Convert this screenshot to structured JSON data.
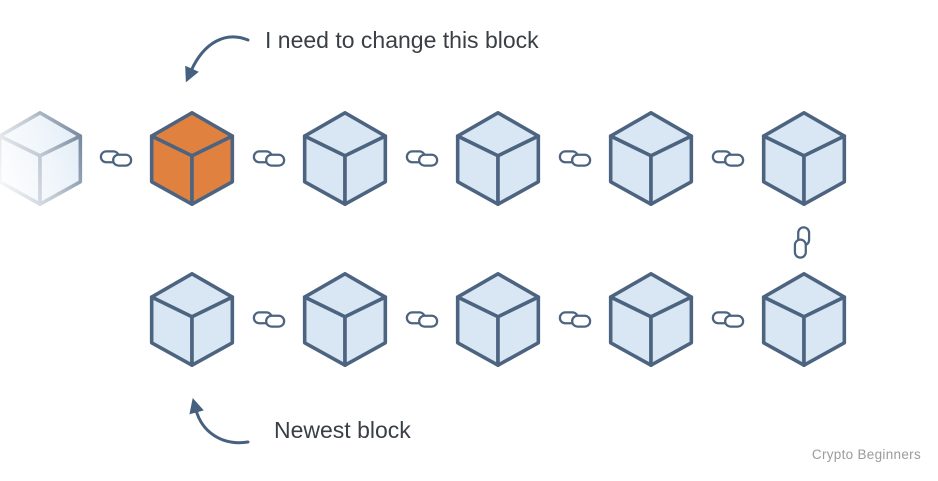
{
  "annotations": {
    "change_block": "I need to change this block",
    "newest_block": "Newest block"
  },
  "watermark": "Crypto Beginners",
  "colors": {
    "background": "#ffffff",
    "block_fill": "#d9e7f4",
    "block_stroke": "#4d6480",
    "changed_block_fill": "#e08140",
    "chain_stroke": "#4d6480",
    "arrow": "#46617f",
    "annotation_text": "#3a3f45",
    "watermark_text": "#9b9b9b"
  },
  "icons": {
    "block": "cube-block-icon",
    "link": "chain-link-icon",
    "pointer": "curved-arrow-icon"
  },
  "rows": [
    {
      "name": "existing-chain",
      "blocks": [
        "faded",
        "changed",
        "normal",
        "normal",
        "normal",
        "normal"
      ]
    },
    {
      "name": "newest-chain",
      "blocks": [
        "normal",
        "normal",
        "normal",
        "normal",
        "normal"
      ]
    }
  ],
  "vertical_link": true
}
